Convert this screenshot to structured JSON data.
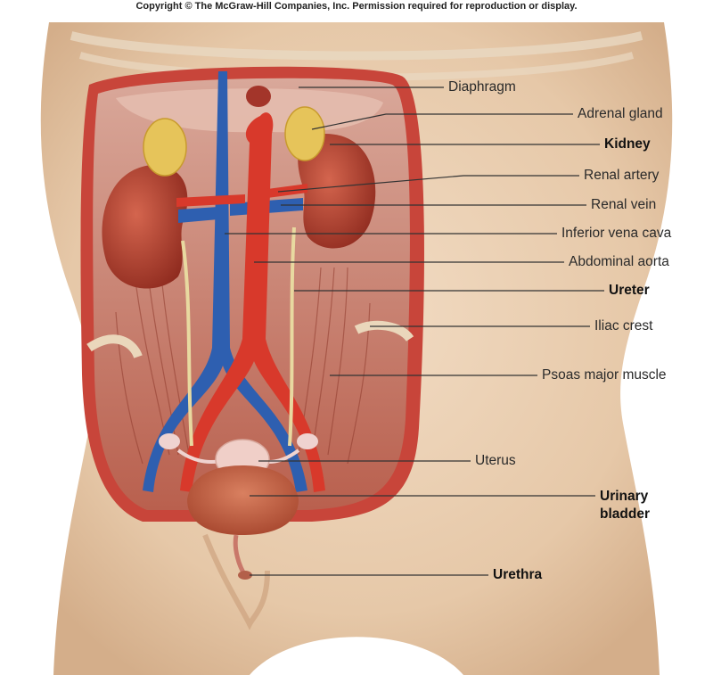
{
  "copyright": "Copyright © The McGraw-Hill Companies, Inc. Permission required for reproduction or display.",
  "labels": {
    "diaphragm": "Diaphragm",
    "adrenal_gland": "Adrenal gland",
    "kidney": "Kidney",
    "renal_artery": "Renal artery",
    "renal_vein": "Renal vein",
    "inferior_vena_cava": "Inferior vena cava",
    "abdominal_aorta": "Abdominal aorta",
    "ureter": "Ureter",
    "iliac_crest": "Iliac crest",
    "psoas_major_muscle": "Psoas major muscle",
    "uterus": "Uterus",
    "urinary_bladder_line1": "Urinary",
    "urinary_bladder_line2": "bladder",
    "urethra": "Urethra"
  },
  "colors": {
    "skin": "#ebd2b6",
    "skin_shadow": "#d8b594",
    "cavity_rim": "#c8453a",
    "muscle": "#b8584a",
    "kidney": "#b4412f",
    "adrenal": "#e6c45a",
    "vena_cava": "#2e5fb0",
    "aorta": "#d8392b",
    "ureter": "#e8d9a0",
    "bladder": "#c05a3e",
    "leader_line": "#333333"
  }
}
